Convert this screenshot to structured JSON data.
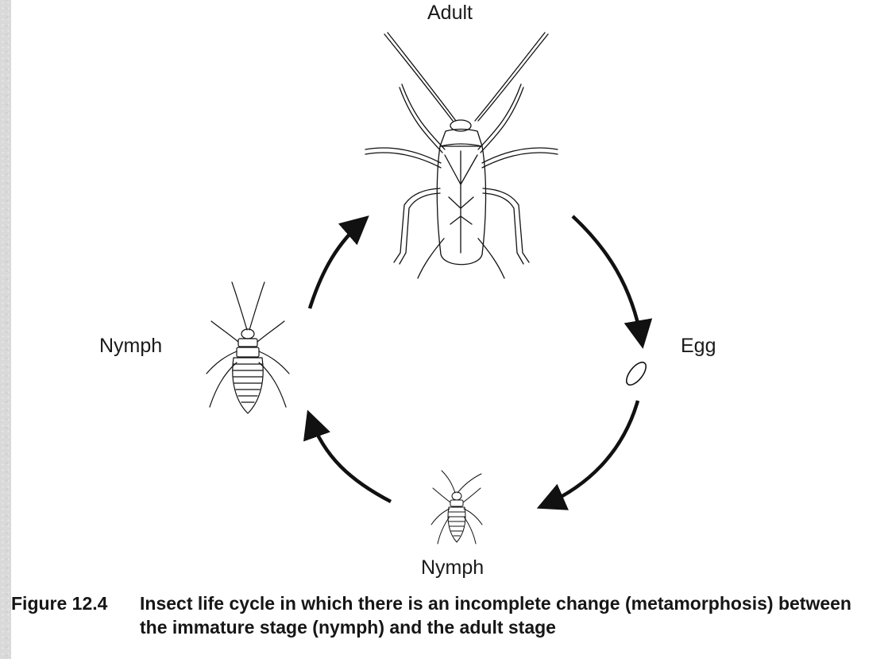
{
  "diagram": {
    "stages": {
      "adult": "Adult",
      "egg": "Egg",
      "nymph_large": "Nymph",
      "nymph_small": "Nymph"
    },
    "cycle_order": [
      "Adult",
      "Egg",
      "Nymph",
      "Nymph"
    ],
    "line_color": "#111111"
  },
  "caption": {
    "number": "Figure 12.4",
    "text": "Insect life cycle in which there is an incomplete change (metamorphosis) between the immature stage (nymph) and the adult stage"
  }
}
